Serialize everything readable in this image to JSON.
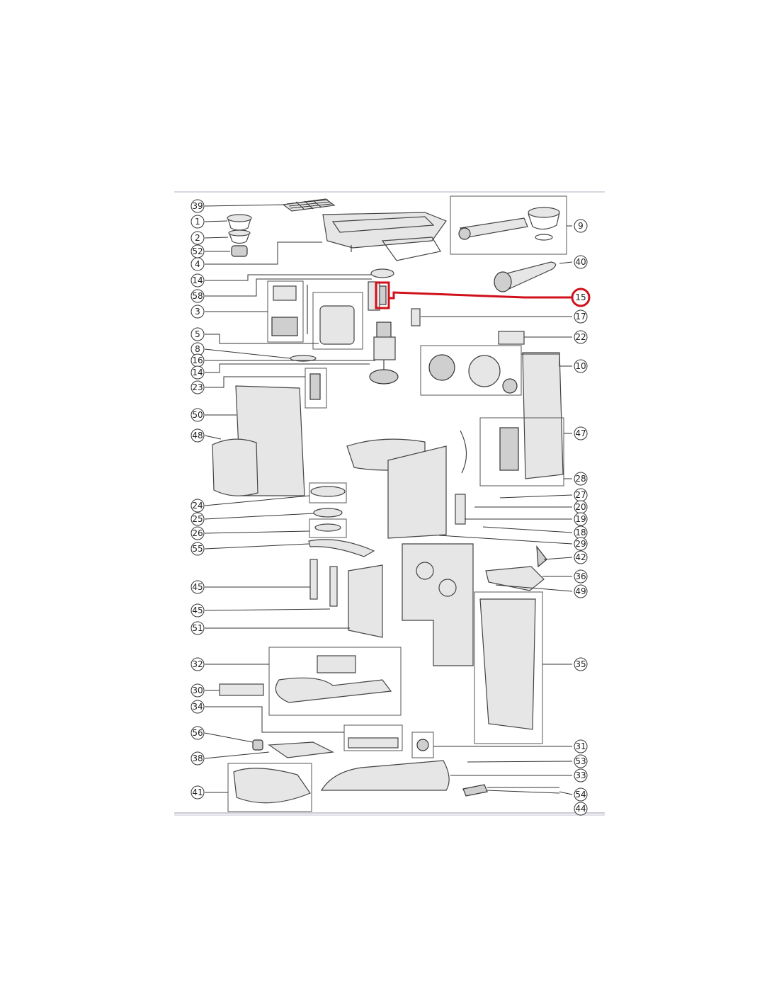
{
  "diagram": {
    "highlighted_label": "15",
    "labels_left": [
      "39",
      "1",
      "2",
      "52",
      "4",
      "14",
      "58",
      "3",
      "5",
      "8",
      "16",
      "14",
      "23",
      "50",
      "48",
      "24",
      "25",
      "26",
      "55",
      "45",
      "45",
      "51",
      "32",
      "30",
      "34",
      "56",
      "38",
      "41"
    ],
    "labels_right": [
      "9",
      "40",
      "15",
      "17",
      "22",
      "10",
      "47",
      "28",
      "27",
      "20",
      "19",
      "18",
      "29",
      "42",
      "36",
      "49",
      "35",
      "31",
      "53",
      "33",
      "54",
      "44"
    ]
  },
  "colors": {
    "highlight": "#d0101a",
    "line": "#333333",
    "frame": "#c9cbd6"
  }
}
